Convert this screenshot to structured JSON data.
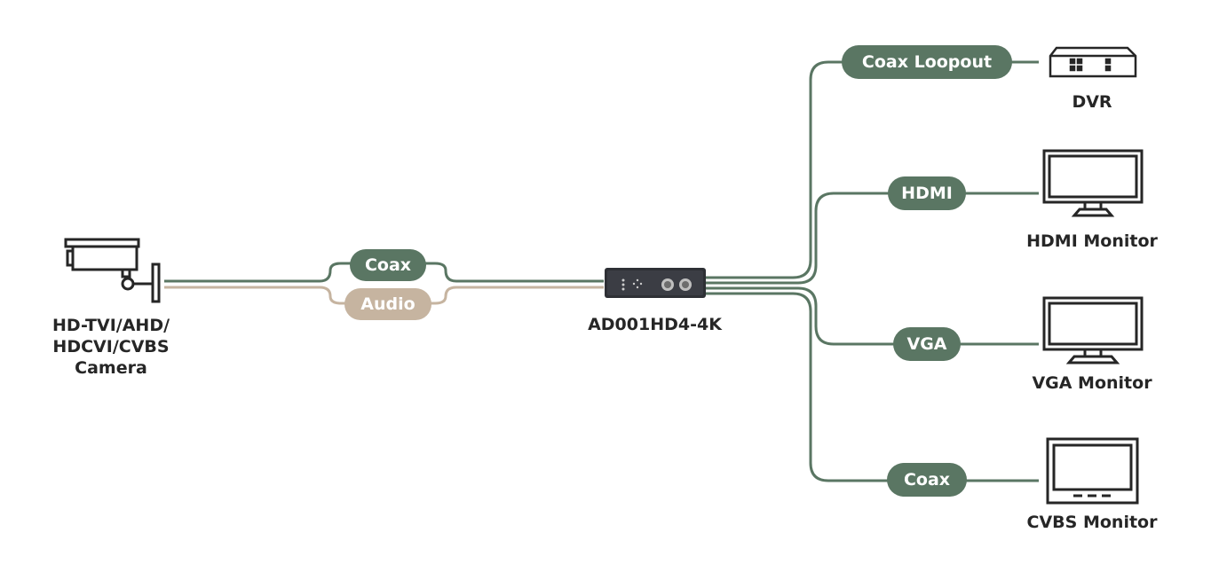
{
  "colors": {
    "line_green": "#5a7663",
    "line_tan": "#c6b4a0",
    "icon_dark": "#262626",
    "text": "#262626"
  },
  "source": {
    "label_lines": [
      "HD-TVI/AHD/",
      "HDCVI/CVBS",
      "Camera"
    ],
    "icon": "camera-icon"
  },
  "links_in": [
    {
      "label": "Coax",
      "style": "green"
    },
    {
      "label": "Audio",
      "style": "tan"
    }
  ],
  "device": {
    "label": "AD001HD4-4K",
    "icon": "converter-box-icon"
  },
  "outputs": [
    {
      "cable": "Coax Loopout",
      "device": "DVR",
      "icon": "dvr-icon"
    },
    {
      "cable": "HDMI",
      "device": "HDMI Monitor",
      "icon": "monitor-icon"
    },
    {
      "cable": "VGA",
      "device": "VGA Monitor",
      "icon": "monitor-icon"
    },
    {
      "cable": "Coax",
      "device": "CVBS Monitor",
      "icon": "cvbs-monitor-icon"
    }
  ]
}
